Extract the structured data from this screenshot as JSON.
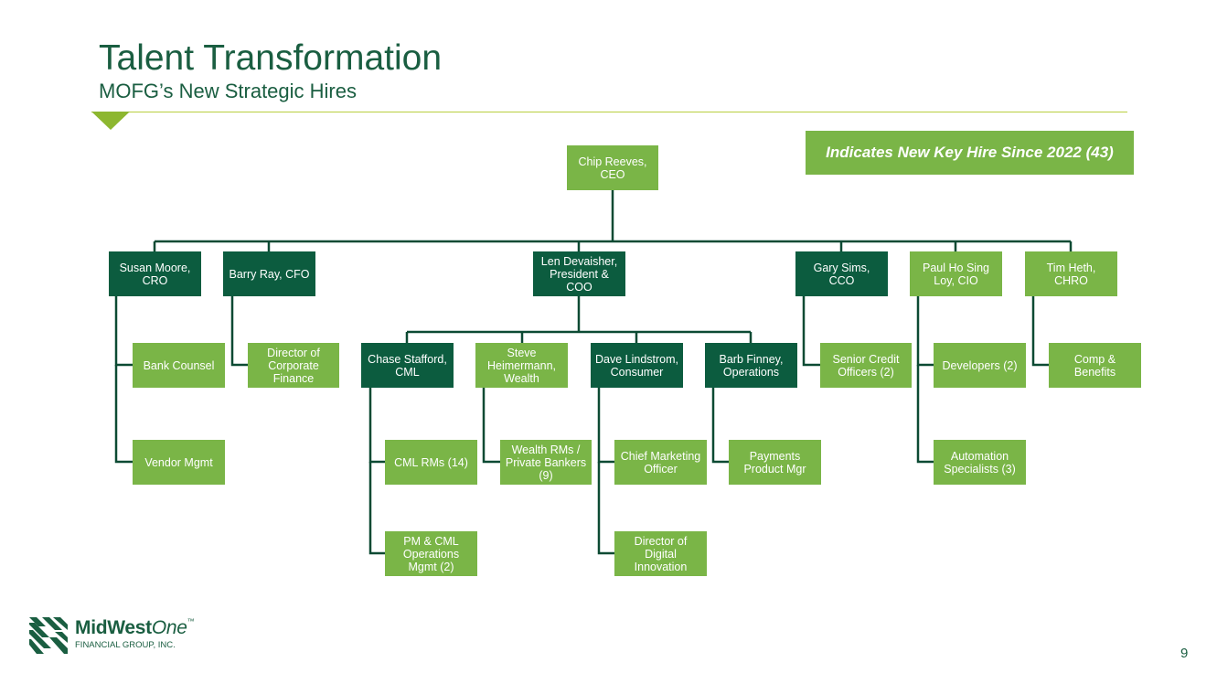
{
  "header": {
    "title": "Talent Transformation",
    "subtitle": "MOFG’s New Strategic Hires"
  },
  "legend": {
    "text": "Indicates New Key Hire Since 2022 (43)"
  },
  "org_chart": {
    "ceo": "Chip Reeves,\nCEO",
    "leaders": {
      "moore": "Susan Moore,\nCRO",
      "ray": "Barry Ray, CFO",
      "devaisher": "Len Devaisher,\nPresident &\nCOO",
      "sims": "Gary Sims,\nCCO",
      "loy": "Paul Ho Sing\nLoy, CIO",
      "heth": "Tim Heth,\nCHRO"
    },
    "coo_reports": {
      "stafford": "Chase Stafford,\nCML",
      "heimermann": "Steve\nHeimermann,\nWealth",
      "lindstrom": "Dave Lindstrom,\nConsumer",
      "finney": "Barb Finney,\nOperations"
    },
    "teams": {
      "bank_counsel": "Bank Counsel",
      "vendor_mgmt": "Vendor Mgmt",
      "dir_corp_finance": "Director of\nCorporate\nFinance",
      "cml_rms": "CML RMs (14)",
      "pm_cml_ops": "PM & CML\nOperations\nMgmt (2)",
      "wealth_rms": "Wealth RMs /\nPrivate Bankers\n(9)",
      "cmo": "Chief Marketing\nOfficer",
      "dir_digital": "Director of\nDigital\nInnovation",
      "payments": "Payments\nProduct Mgr",
      "senior_credit": "Senior Credit\nOfficers (2)",
      "developers": "Developers (2)",
      "automation": "Automation\nSpecialists (3)",
      "comp_benefits": "Comp &\nBenefits"
    },
    "colors": {
      "new_hire": "#7ab547",
      "existing": "#0c5c3f",
      "connector": "#0c4a33"
    }
  },
  "footer": {
    "logo_name": "MidWest",
    "logo_name_italic": "One",
    "logo_tm": "™",
    "logo_sub": "FINANCIAL GROUP, INC.",
    "page_number": "9"
  }
}
